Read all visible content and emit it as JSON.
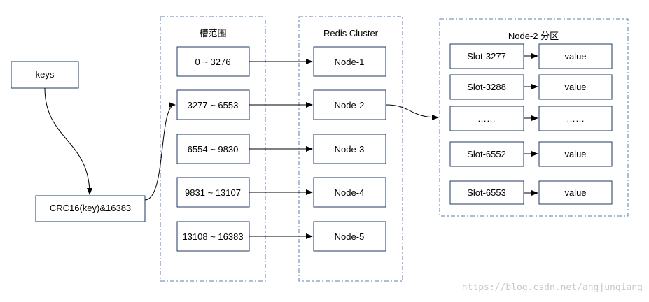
{
  "source": {
    "label": "keys"
  },
  "hash": {
    "label": "CRC16(key)&16383"
  },
  "slot_ranges": {
    "title": "槽范围",
    "items": [
      "0 ~ 3276",
      "3277 ~ 6553",
      "6554 ~ 9830",
      "9831 ~ 13107",
      "13108 ~ 16383"
    ]
  },
  "cluster": {
    "title": "Redis Cluster",
    "nodes": [
      "Node-1",
      "Node-2",
      "Node-3",
      "Node-4",
      "Node-5"
    ]
  },
  "partition": {
    "title": "Node-2  分区",
    "rows": [
      {
        "slot": "Slot-3277",
        "value": "value"
      },
      {
        "slot": "Slot-3288",
        "value": "value"
      },
      {
        "slot": "……",
        "value": "……"
      },
      {
        "slot": "Slot-6552",
        "value": "value"
      },
      {
        "slot": "Slot-6553",
        "value": "value"
      }
    ]
  },
  "watermark": "https://blog.csdn.net/angjunqiang",
  "colors": {
    "box_border": "#1f3a5f",
    "group_border": "#5b7db0",
    "arrow": "#000000",
    "watermark": "#c8c8c8"
  }
}
